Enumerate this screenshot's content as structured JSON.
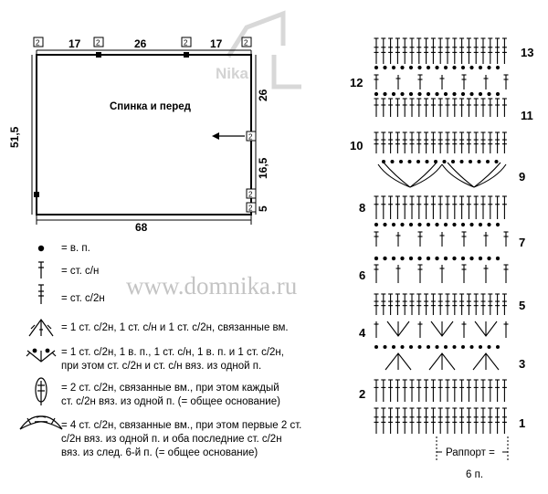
{
  "schematic": {
    "title": "Спинка и перед",
    "top_dims": [
      "17",
      "26",
      "17"
    ],
    "right_dims": [
      "26",
      "16,5",
      "5"
    ],
    "left_dim": "51,5",
    "bottom_dim": "68",
    "corner_marks": [
      "2",
      "2",
      "2",
      "2",
      "2",
      "2",
      "2"
    ]
  },
  "watermarks": {
    "logo": "Nika",
    "site": "www.domnika.ru"
  },
  "legend": {
    "items": [
      {
        "icon": "dot-icon",
        "text": "= в. п."
      },
      {
        "icon": "single-crochet-stitch-icon",
        "text": "= ст. с/н"
      },
      {
        "icon": "double-crochet-stitch-icon",
        "text": "= ст. с/2н"
      },
      {
        "icon": "triple-cluster-icon",
        "lines": [
          "= 1 ст. с/2н, 1 ст. с/н и 1 ст. с/2н, связанные вм."
        ]
      },
      {
        "icon": "fan-cluster-icon",
        "lines": [
          "= 1 ст. с/2н, 1 в. п., 1 ст. с/н, 1 в. п. и 1 ст. с/2н,",
          "при этом ст. с/2н и ст. с/н вяз. из одной п."
        ]
      },
      {
        "icon": "double-leaf-icon",
        "lines": [
          "= 2 ст. с/2н, связанные вм., при этом каждый",
          "ст. с/2н вяз. из одной п. (= общее основание)"
        ]
      },
      {
        "icon": "crossed-leaves-icon",
        "lines": [
          "= 4 ст. с/2н, связанные вм., при этом первые 2 ст.",
          "с/2н вяз. из одной п. и оба последние ст. с/2н",
          "вяз. из след. 6-й п. (= общее основание)"
        ]
      }
    ]
  },
  "chart": {
    "row_numbers_right": [
      "13",
      "11",
      "9",
      "7",
      "5",
      "3",
      "1"
    ],
    "row_numbers_left": [
      "12",
      "10",
      "8",
      "6",
      "4",
      "2"
    ],
    "repeat_label": "Раппорт =",
    "repeat_count": "6 п."
  }
}
